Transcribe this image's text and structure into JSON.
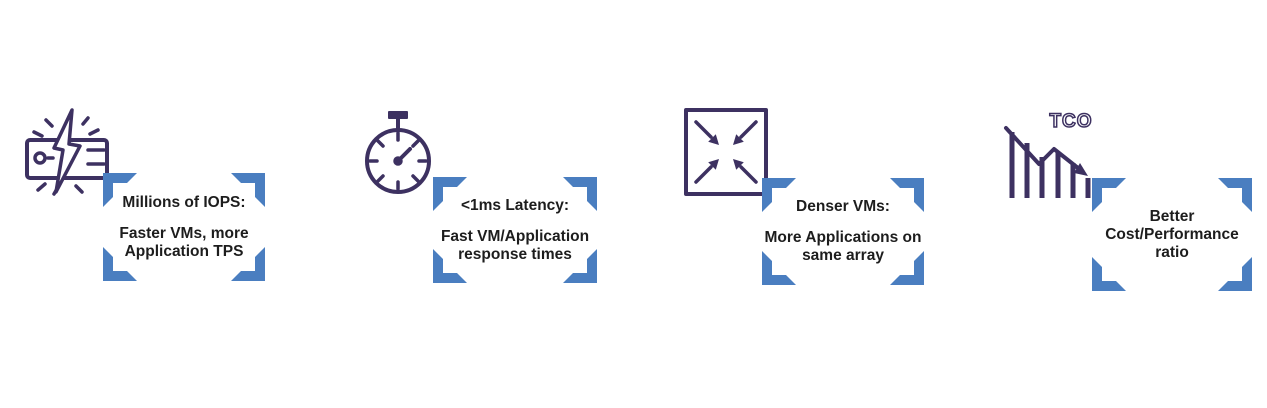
{
  "colors": {
    "accent_blue": "#4a7ec0",
    "icon_purple": "#3d3161",
    "text_dark": "#1d1d1d",
    "background": "#ffffff"
  },
  "features": [
    {
      "icon": "flash-storage-icon",
      "title": "Millions of IOPS:",
      "line1": "Faster VMs, more",
      "line2": "Application TPS"
    },
    {
      "icon": "stopwatch-icon",
      "title": "<1ms Latency:",
      "line1": "Fast VM/Application",
      "line2": "response times"
    },
    {
      "icon": "converge-arrows-icon",
      "title": "Denser VMs:",
      "line1": "More Applications on",
      "line2": "same array"
    },
    {
      "icon": "tco-decline-chart-icon",
      "icon_label": "TCO",
      "title": "Better",
      "line1": "Cost/Performance",
      "line2": "ratio"
    }
  ]
}
